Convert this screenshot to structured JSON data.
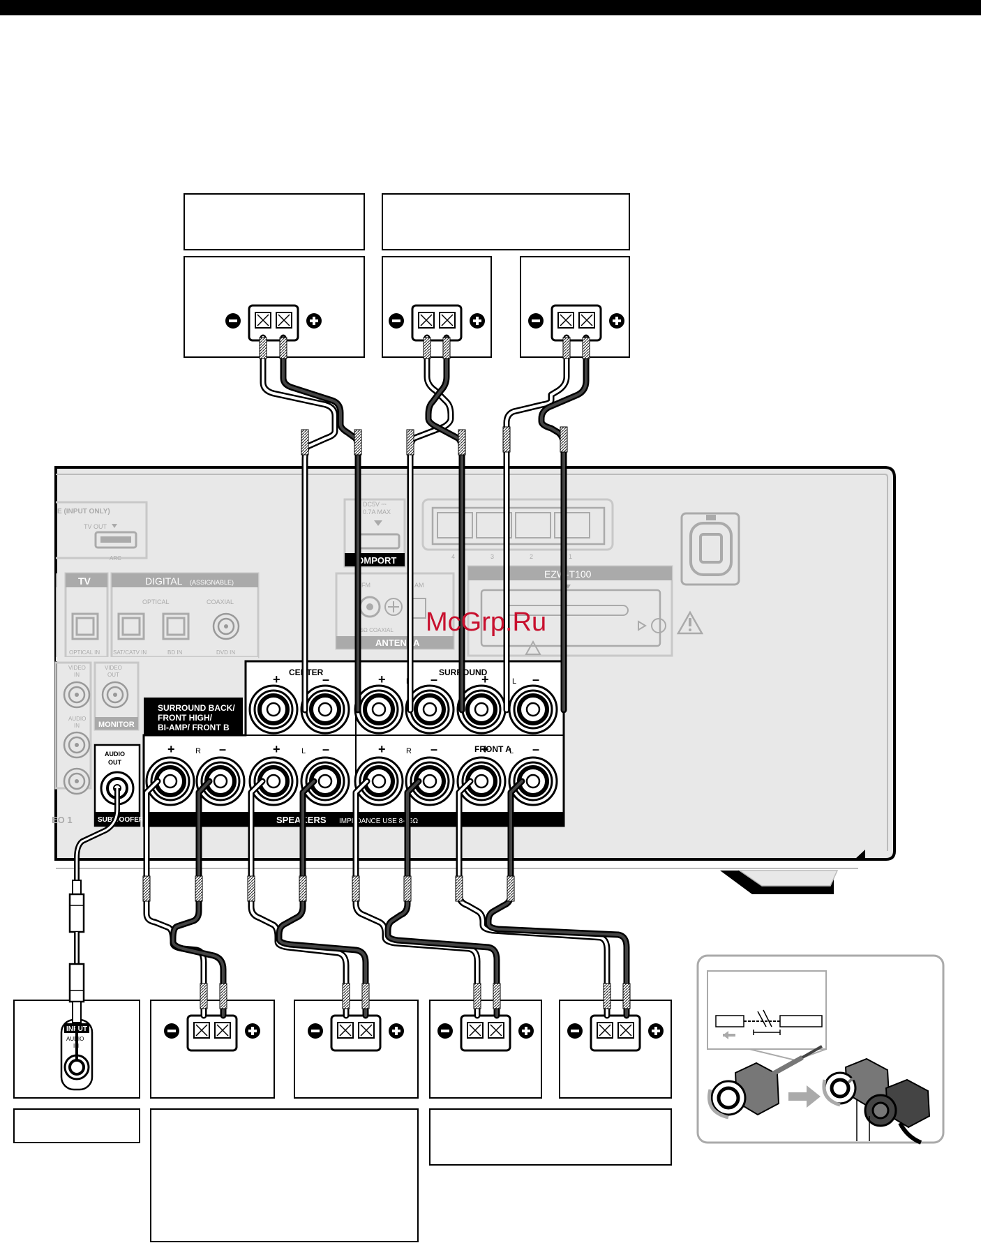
{
  "watermark": "McGrp.Ru",
  "receiver": {
    "hdmi_title": "E (INPUT ONLY)",
    "tv_out": "TV OUT",
    "arc": "ARC",
    "dc_rating_1": "DC5V ⎓",
    "dc_rating_2": "0.7A MAX",
    "dmport": "DMPORT",
    "lan_numbers": [
      "4",
      "3",
      "2",
      "1"
    ],
    "ezw_label": "EZW-T100",
    "antenna_fm": "FM",
    "antenna_am": "AM",
    "antenna_coaxial": "75Ω COAXIAL",
    "antenna_title": "ANTENNA",
    "tv_badge": "TV",
    "digital_title": "DIGITAL",
    "digital_assignable": "(ASSIGNABLE)",
    "optical": "OPTICAL",
    "coaxial": "COAXIAL",
    "optical_in": "OPTICAL IN",
    "satcatv_in": "SAT/CATV IN",
    "bd_in": "BD IN",
    "dvd_in": "DVD IN",
    "video_in_1": "VIDEO",
    "video_in_2": "IN",
    "video_out_1": "VIDEO",
    "video_out_2": "OUT",
    "audio_in_1": "AUDIO",
    "audio_in_2": "IN",
    "monitor": "MONITOR",
    "audio_out_1": "AUDIO",
    "audio_out_2": "OUT",
    "subwoofer": "SUBWOOFER",
    "video1": "EO 1",
    "center": "CENTER",
    "surround": "SURROUND",
    "surround_back_1": "SURROUND BACK/",
    "surround_back_2": "FRONT HIGH/",
    "surround_back_3": "BI-AMP/ FRONT B",
    "front_a": "FRONT A",
    "speakers": "SPEAKERS",
    "impedance": "IMPEDANCE USE 8-16Ω",
    "plus": "+",
    "minus": "–",
    "r": "R",
    "l": "L"
  },
  "subwoofer_box": {
    "input": "INPUT",
    "audio": "AUDIO",
    "in": "IN"
  }
}
